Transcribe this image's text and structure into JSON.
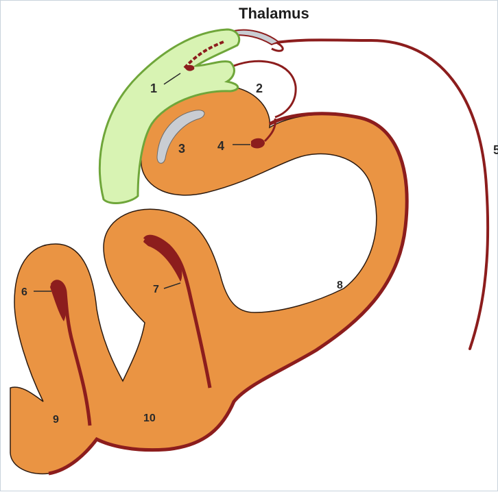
{
  "title": "Thalamus",
  "labels": {
    "l1": "1",
    "l2": "2",
    "l3": "3",
    "l4": "4",
    "l5": "5",
    "l6": "6",
    "l7": "7",
    "l8": "8",
    "l9": "9",
    "l10": "10"
  },
  "colors": {
    "cortex_fill": "#ea9443",
    "green_fill": "#d8f3b3",
    "green_outline": "#6fa63a",
    "membrane": "#8c1d1d",
    "ventricle": "#c9cdd3",
    "outline": "#2b1a10"
  }
}
